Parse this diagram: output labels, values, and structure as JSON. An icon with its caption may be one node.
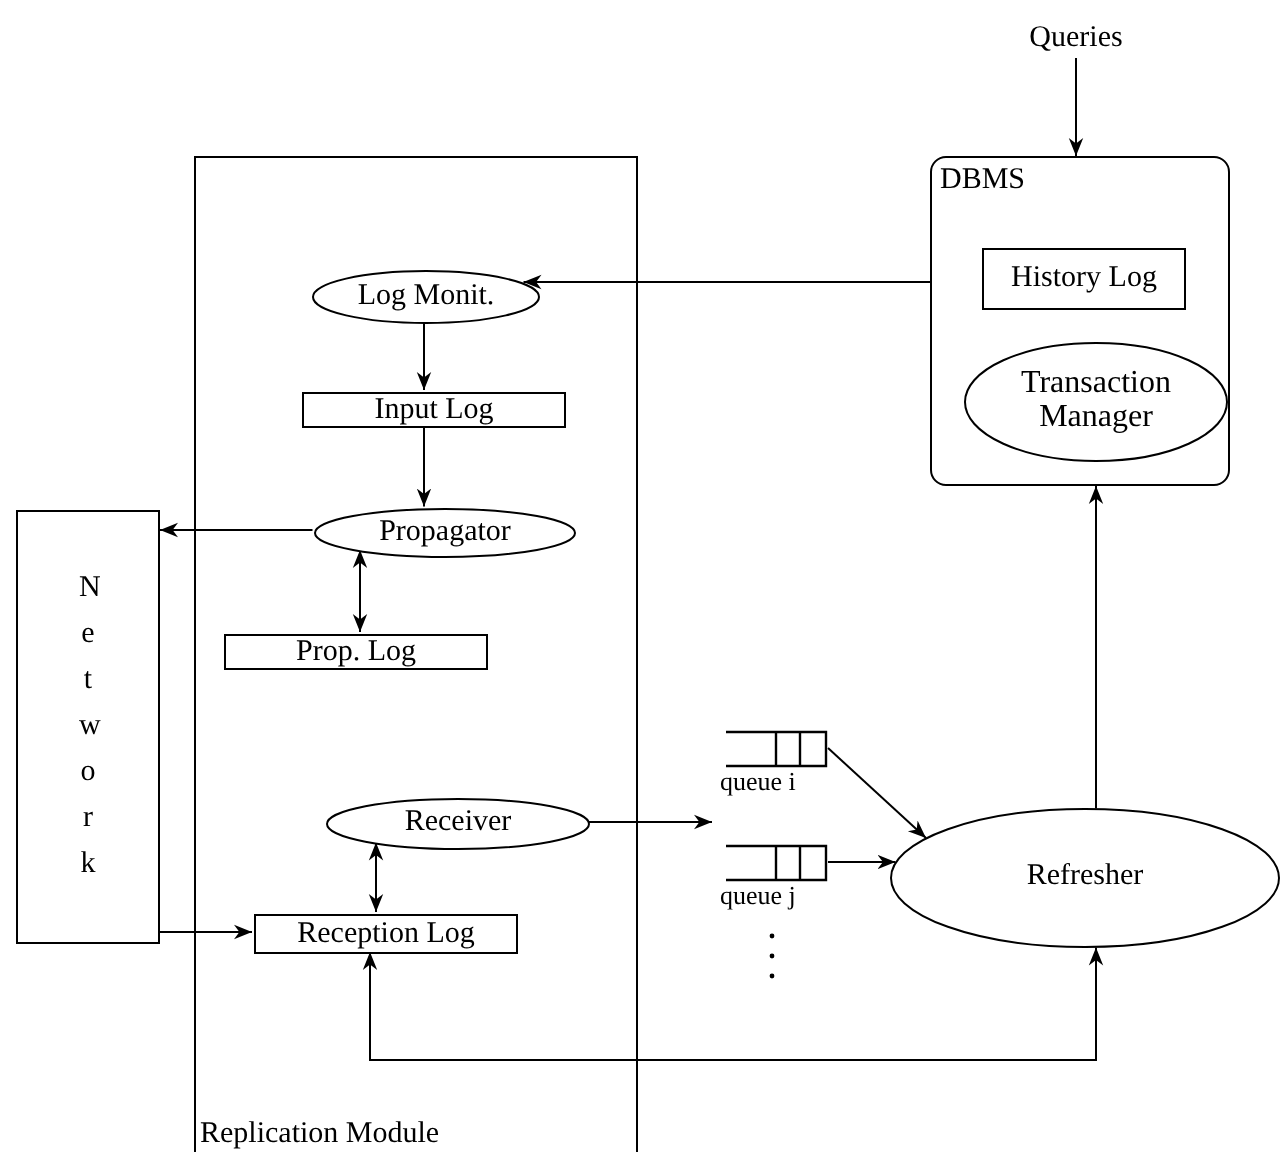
{
  "diagram": {
    "nodes": [
      {
        "text": [
          "Replication Module"
        ]
      },
      {
        "text": [
          "Log Monit."
        ],
        "in": 0
      },
      {
        "text": [
          "Input Log"
        ],
        "in": 0
      },
      {
        "text": [
          "Propagator"
        ],
        "in": 0
      },
      {
        "text": [
          "Prop. Log"
        ],
        "in": 0
      },
      {
        "text": [
          "Receiver"
        ],
        "in": 0
      },
      {
        "text": [
          "Reception Log"
        ],
        "in": 0
      },
      {
        "text": [
          "Network"
        ]
      },
      {
        "text": [
          "DBMS"
        ]
      },
      {
        "text": [
          "History Log"
        ],
        "in": 8
      },
      {
        "text": [
          "Transaction Manager"
        ],
        "in": 8
      },
      {
        "text": [
          "Queries"
        ]
      },
      {
        "text": [
          "queue i"
        ]
      },
      {
        "text": [
          "queue j"
        ]
      },
      {
        "text": [
          "Refresher"
        ]
      }
    ],
    "edges": [
      {
        "from": 11,
        "to": 8,
        "arrow": "to"
      },
      {
        "from": 8,
        "to": 1,
        "arrow": "to"
      },
      {
        "from": 1,
        "to": 2,
        "arrow": "to"
      },
      {
        "from": 2,
        "to": 3,
        "arrow": "to"
      },
      {
        "from": 3,
        "to": 7,
        "arrow": "to"
      },
      {
        "from": 3,
        "to": 4,
        "arrow": "both"
      },
      {
        "from": 7,
        "to": 6,
        "arrow": "to"
      },
      {
        "from": 5,
        "to": 6,
        "arrow": "both"
      },
      {
        "from": 5,
        "to": 13,
        "arrow": "to"
      },
      {
        "from": 12,
        "to": 14,
        "arrow": "to"
      },
      {
        "from": 13,
        "to": 14,
        "arrow": "to"
      },
      {
        "from": 14,
        "to": 8,
        "arrow": "to"
      },
      {
        "from": 14,
        "to": 6,
        "arrow": "both"
      }
    ]
  }
}
